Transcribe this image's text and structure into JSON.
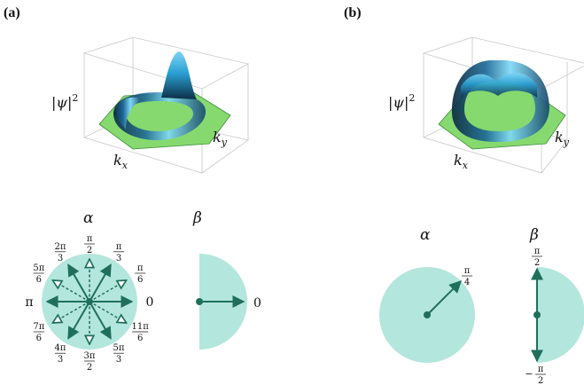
{
  "panels": {
    "a": {
      "label": "(a)",
      "zlabel": "|ψ|",
      "zexp": "2",
      "xlabel": "k",
      "xsub": "x",
      "ylabel": "k",
      "ysub": "y"
    },
    "b": {
      "label": "(b)",
      "zlabel": "|ψ|",
      "zexp": "2",
      "xlabel": "k",
      "xsub": "x",
      "ylabel": "k",
      "ysub": "y"
    }
  },
  "alpha_label": "α",
  "beta_label": "β",
  "a_alpha_angles": {
    "zero": "0",
    "pi": "π",
    "pi_6": {
      "n": "π",
      "d": "6"
    },
    "pi_3": {
      "n": "π",
      "d": "3"
    },
    "pi_2": {
      "n": "π",
      "d": "2"
    },
    "2pi_3": {
      "n": "2π",
      "d": "3"
    },
    "5pi_6": {
      "n": "5π",
      "d": "6"
    },
    "7pi_6": {
      "n": "7π",
      "d": "6"
    },
    "4pi_3": {
      "n": "4π",
      "d": "3"
    },
    "3pi_2": {
      "n": "3π",
      "d": "2"
    },
    "5pi_3": {
      "n": "5π",
      "d": "3"
    },
    "11pi_6": {
      "n": "11π",
      "d": "6"
    }
  },
  "a_beta_angle": "0",
  "b_alpha_angle": {
    "n": "π",
    "d": "4"
  },
  "b_beta_top": {
    "n": "π",
    "d": "2"
  },
  "b_beta_bottom": {
    "sign": "−",
    "n": "π",
    "d": "2"
  },
  "colors": {
    "disk": "#b3e6dc",
    "arrow": "#1f6f5c",
    "hex": "#8ddc7a",
    "peak": "#3aa8d8"
  }
}
